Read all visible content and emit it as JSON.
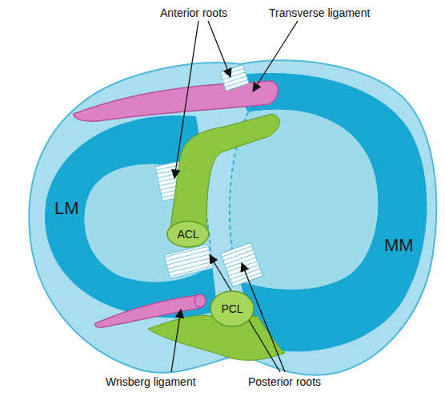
{
  "diagram": {
    "nodes": [
      {
        "text": [
          "ACL"
        ]
      },
      {
        "text": [
          "PCL"
        ]
      }
    ],
    "labels": [
      "Anterior roots",
      "Transverse ligament",
      "LM",
      "MM",
      "Wrisberg ligament",
      "Posterior roots"
    ]
  }
}
